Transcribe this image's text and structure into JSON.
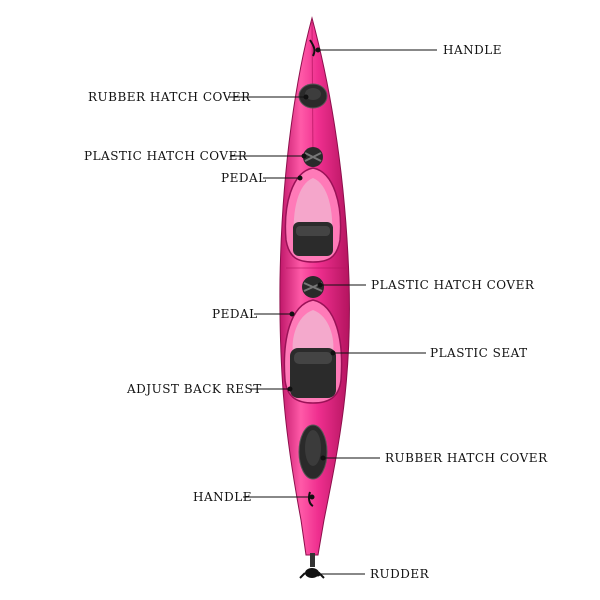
{
  "colors": {
    "hull": "#ef2f8f",
    "hull_dark": "#b4145f",
    "hull_light": "#ff8cc4",
    "cockpit": "#3a3a3a",
    "seat": "#222222",
    "hatch": "#2a2a2a",
    "leader": "#111111"
  },
  "labels": {
    "handle_top": "HANDLE",
    "rubber_hatch_cover_top": "RUBBER HATCH COVER",
    "plastic_hatch_cover_front": "PLASTIC HATCH COVER",
    "pedal_front": "PEDAL",
    "plastic_hatch_cover_mid": "PLASTIC HATCH COVER",
    "pedal_rear": "PEDAL",
    "plastic_seat": "PLASTIC SEAT",
    "adjust_back_rest": "ADJUST BACK REST",
    "rubber_hatch_cover_rear": "RUBBER HATCH COVER",
    "handle_bottom": "HANDLE",
    "rudder": "RUDDER"
  }
}
